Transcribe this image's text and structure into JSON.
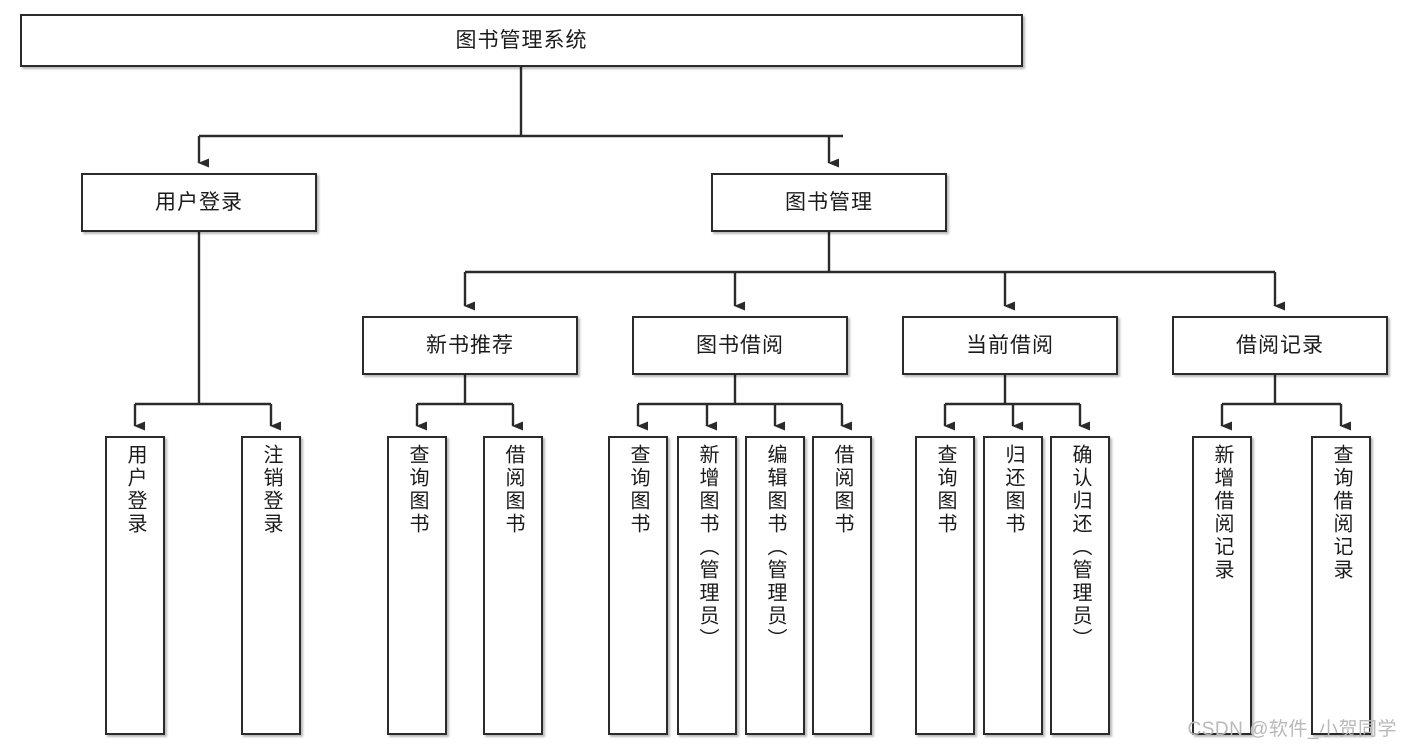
{
  "diagram": {
    "title": "图书管理系统",
    "type": "tree-hierarchy",
    "root": {
      "label": "图书管理系统"
    },
    "level2": [
      {
        "label": "用户登录"
      },
      {
        "label": "图书管理"
      }
    ],
    "level3": [
      {
        "label": "新书推荐"
      },
      {
        "label": "图书借阅"
      },
      {
        "label": "当前借阅"
      },
      {
        "label": "借阅记录"
      }
    ],
    "leaves": {
      "user_login": [
        {
          "label": "用户登录"
        },
        {
          "label": "注销登录"
        }
      ],
      "new_book_recommend": [
        {
          "label": "查询图书"
        },
        {
          "label": "借阅图书"
        }
      ],
      "book_borrow": [
        {
          "label": "查询图书"
        },
        {
          "label": "新增图书（管理员）"
        },
        {
          "label": "编辑图书（管理员）"
        },
        {
          "label": "借阅图书"
        }
      ],
      "current_borrow": [
        {
          "label": "查询图书"
        },
        {
          "label": "归还图书"
        },
        {
          "label": "确认归还（管理员）"
        }
      ],
      "borrow_record": [
        {
          "label": "新增借阅记录"
        },
        {
          "label": "查询借阅记录"
        }
      ]
    }
  },
  "watermark": {
    "text": "CSDN @软件_小贺同学"
  },
  "colors": {
    "border": "#2b2b2b",
    "text": "#1b1b1b",
    "background": "#ffffff",
    "watermark": "#b9b9b9"
  }
}
